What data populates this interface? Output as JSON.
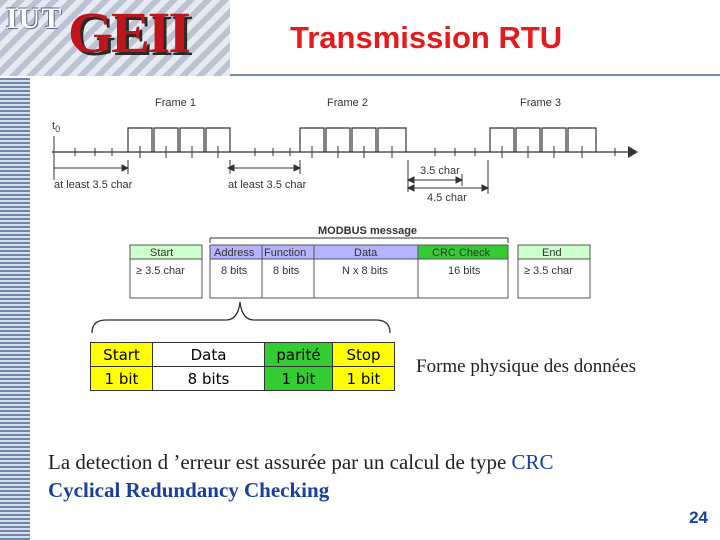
{
  "header": {
    "logo_iut": "IUT",
    "logo_geii": "GEII",
    "title": "Transmission RTU"
  },
  "diagram": {
    "frames": [
      "Frame 1",
      "Frame 2",
      "Frame 3"
    ],
    "t0": "t",
    "t0_sub": "0",
    "gap_labels": [
      "at least 3.5 char",
      "at least 3.5 char"
    ],
    "char35": "3.5 char",
    "char45": "4.5 char",
    "message_title": "MODBUS message",
    "fields": [
      {
        "name": "Start",
        "size": "≥ 3.5 char"
      },
      {
        "name": "Address",
        "size": "8 bits"
      },
      {
        "name": "Function",
        "size": "8 bits"
      },
      {
        "name": "Data",
        "size": "N x 8 bits"
      },
      {
        "name": "CRC Check",
        "size": "16 bits"
      },
      {
        "name": "End",
        "size": "≥ 3.5 char"
      }
    ]
  },
  "byte_format": {
    "cells": [
      {
        "label": "Start",
        "size": "1 bit",
        "color": "#ffff00"
      },
      {
        "label": "Data",
        "size": "8 bits",
        "color": "#ffffff"
      },
      {
        "label": "parité",
        "size": "1 bit",
        "color": "#33cc33"
      },
      {
        "label": "Stop",
        "size": "1 bit",
        "color": "#ffff00"
      }
    ],
    "caption": "Forme physique des données"
  },
  "body_text": {
    "line1_prefix": "La detection d ’erreur est assurée par un calcul de type ",
    "line1_crc": "CRC",
    "line2": "Cyclical Redundancy Checking"
  },
  "page_number": "24",
  "colors": {
    "title": "#e41a1c",
    "accent_blue": "#1a3f9c",
    "header_field": "#b4b4ff",
    "crc_field": "#33cc33",
    "start_field": "#ccffcc"
  }
}
